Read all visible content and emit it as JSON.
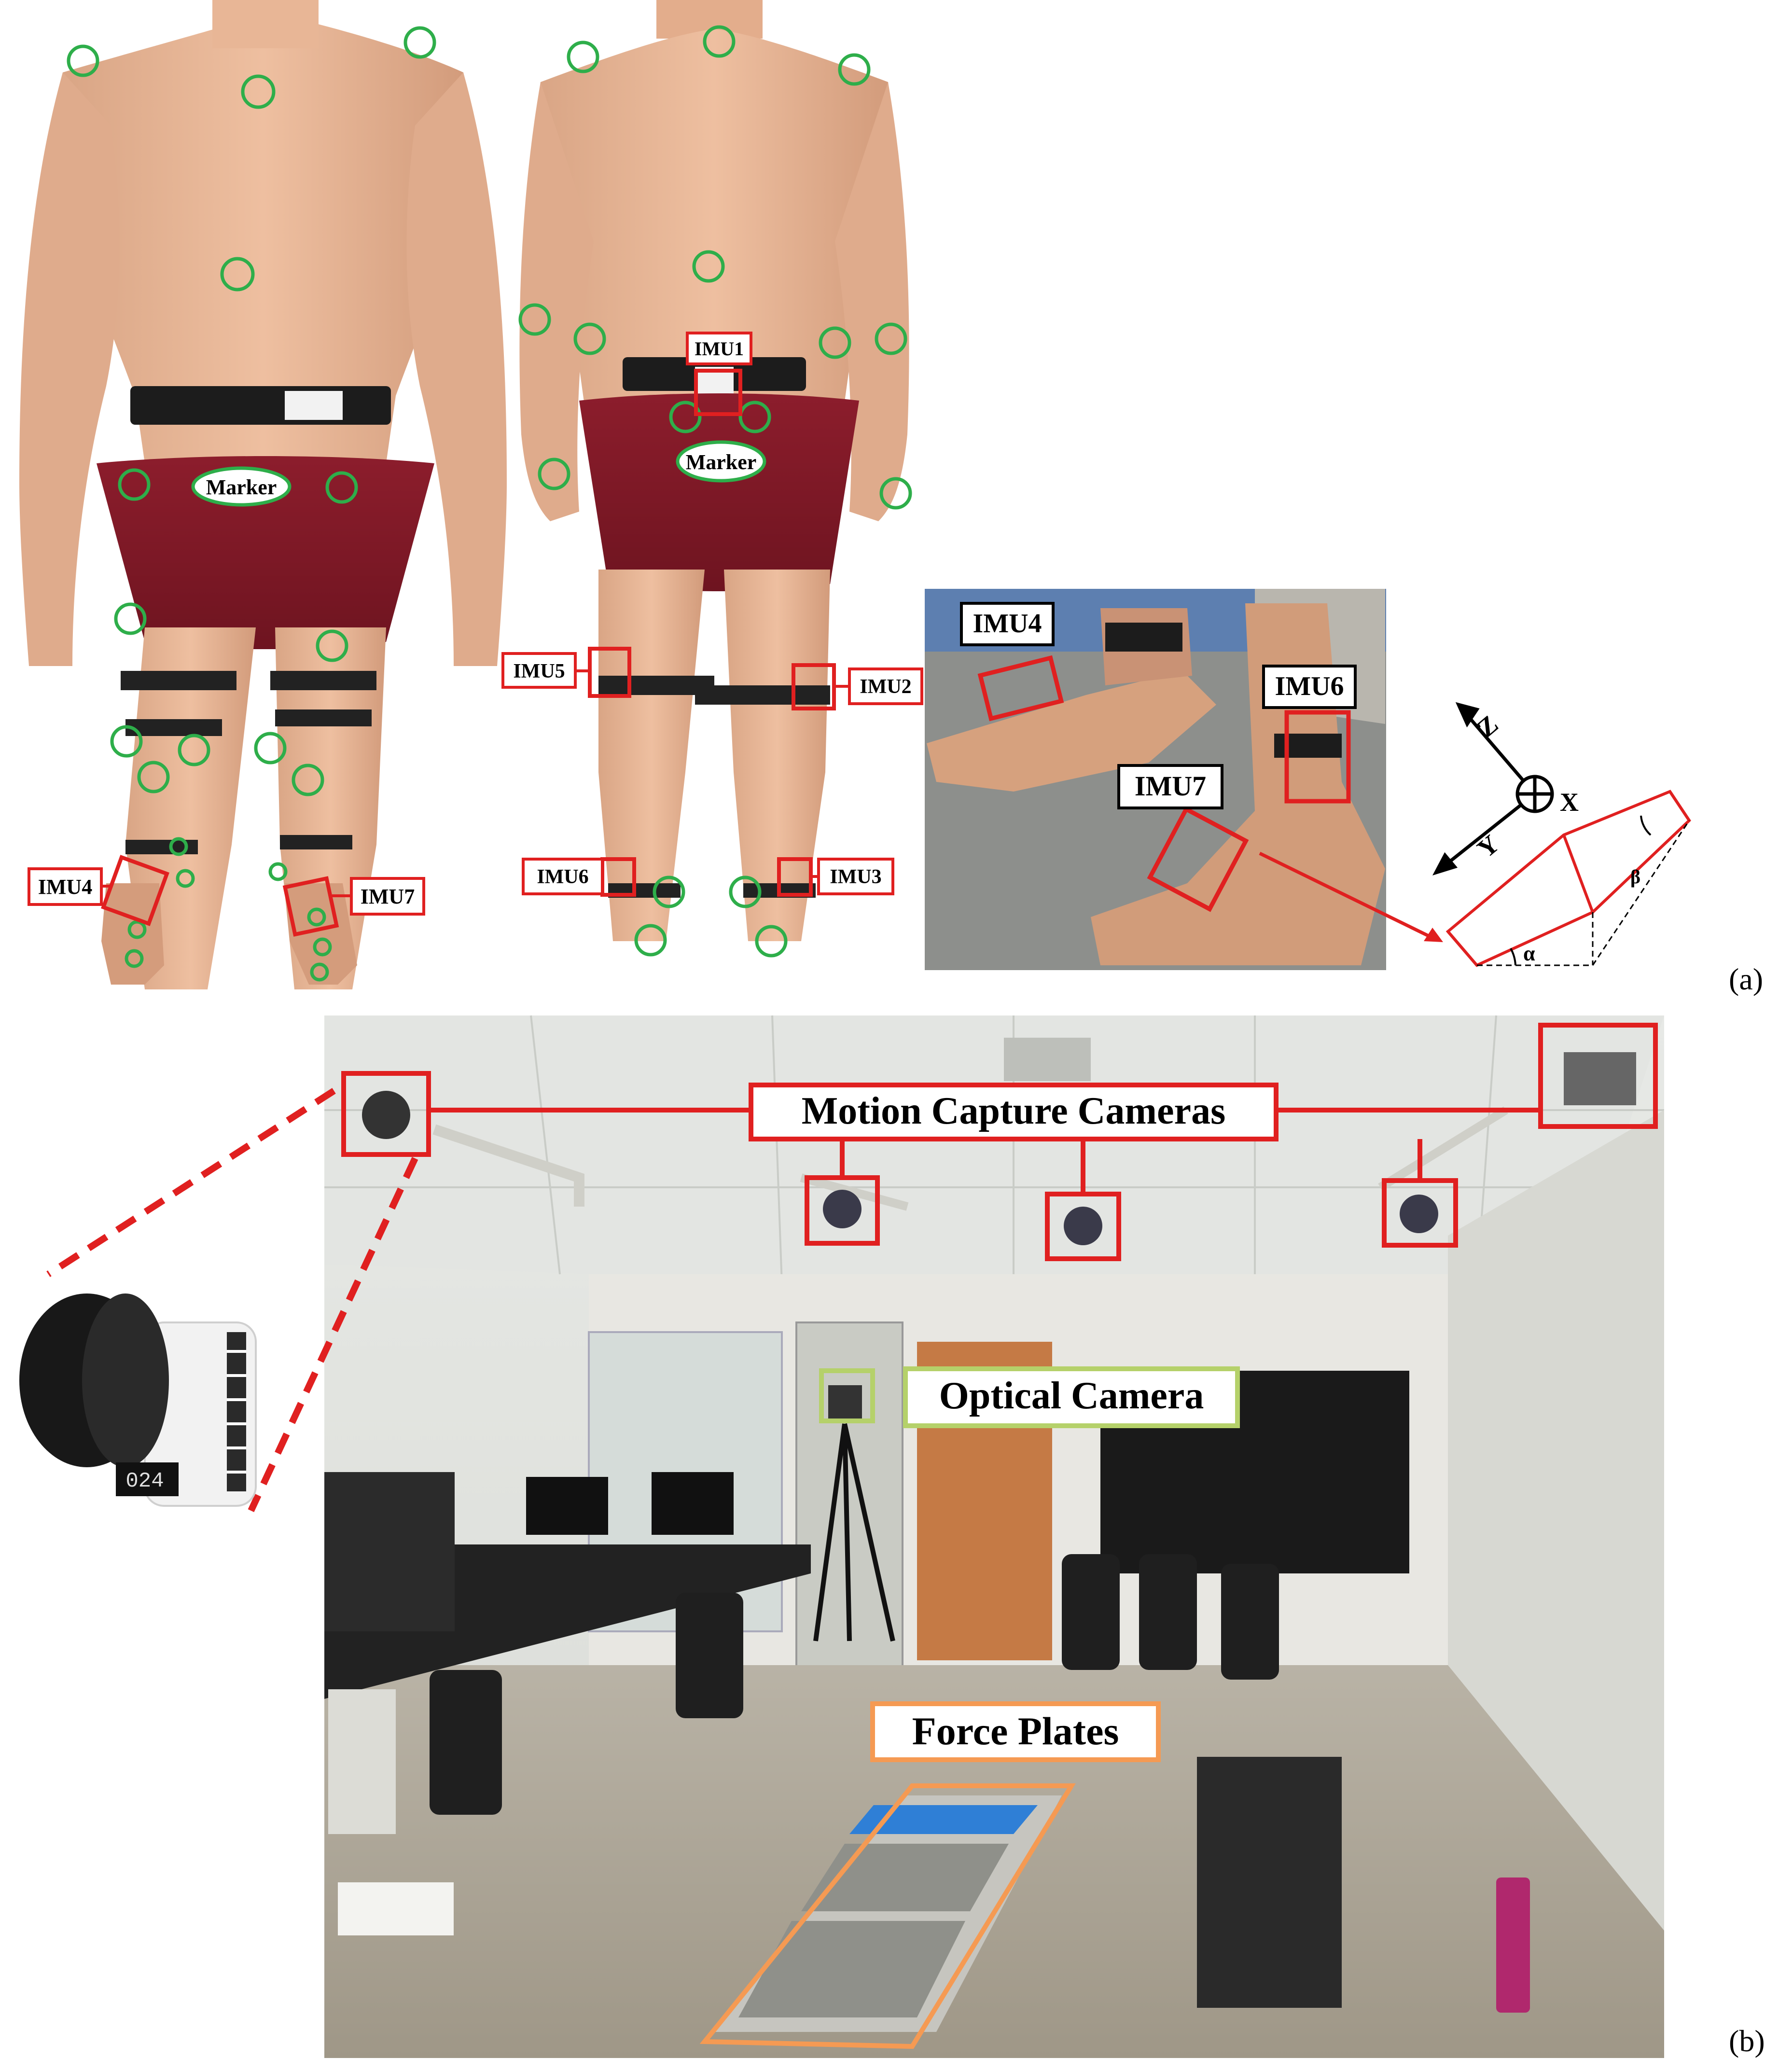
{
  "panel_a": {
    "tag": "(a)",
    "front_marker_label": "Marker",
    "back_marker_label": "Marker",
    "imu_labels": {
      "front_left_foot": "IMU4",
      "front_right_foot": "IMU7",
      "back_lower_back": "IMU1",
      "back_left_thigh": "IMU5",
      "back_right_thigh": "IMU2",
      "back_left_shank": "IMU6",
      "back_right_shank": "IMU3",
      "foot_closeup_imu4": "IMU4",
      "foot_closeup_imu6": "IMU6",
      "foot_closeup_imu7": "IMU7"
    },
    "axes": {
      "z": "Z",
      "x": "X",
      "y": "Y",
      "alpha": "α",
      "beta": "β"
    }
  },
  "panel_b": {
    "tag": "(b)",
    "mocap_label": "Motion Capture Cameras",
    "optical_label": "Optical Camera",
    "force_label": "Force Plates",
    "camera_display": "024"
  },
  "colors": {
    "marker_circle": "#2eae4a",
    "imu_box": "#e02020",
    "optical_box": "#b5d16a",
    "force_box": "#f59a53",
    "force_plate_blue": "#2f7fd6"
  }
}
